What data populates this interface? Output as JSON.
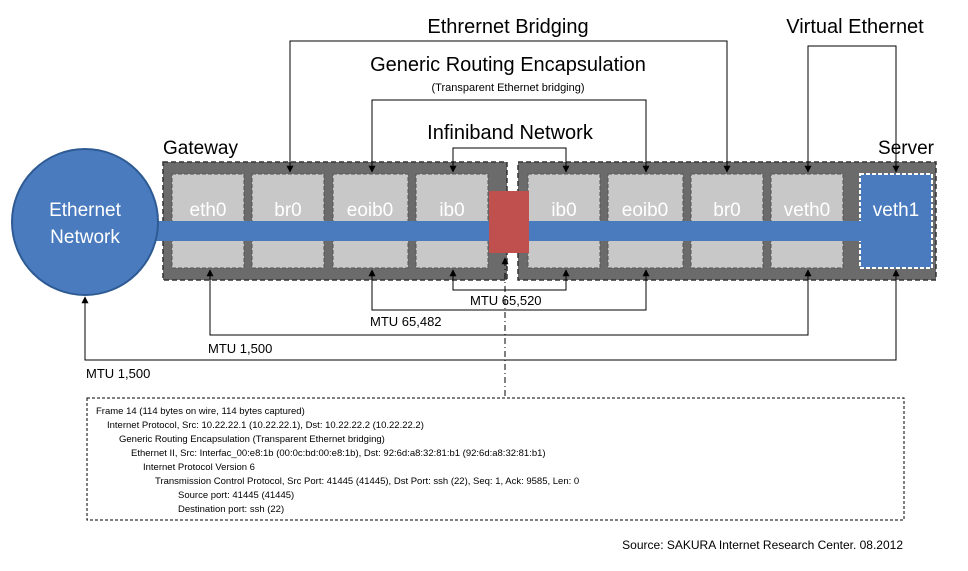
{
  "titles": {
    "bridging": "Ethrernet Bridging",
    "gre": "Generic Routing Encapsulation",
    "gre_sub": "(Transparent Ethernet bridging)",
    "infiniband": "Infiniband Network",
    "virtual": "Virtual Ethernet"
  },
  "gateway_label": "Gateway",
  "server_label": "Server",
  "ethernet_network": [
    "Ethernet",
    "Network"
  ],
  "colors": {
    "pipe": "#4a7bbf",
    "cloud": "#4a7bbf",
    "box": "#c8c8c8",
    "frame": "#6b6b6b",
    "red": "#c0504d",
    "server_box": "#4a7bbf"
  },
  "gateway_interfaces": [
    "eth0",
    "br0",
    "eoib0",
    "ib0"
  ],
  "server_interfaces": [
    "ib0",
    "eoib0",
    "br0",
    "veth0"
  ],
  "server_final": "veth1",
  "mtu": {
    "ib": "MTU  65,520",
    "eoib": "MTU 65,482",
    "eth": "MTU 1,500",
    "outer": "MTU 1,500"
  },
  "packet_lines": [
    "Frame 14 (114 bytes on wire, 114 bytes captured)",
    "Internet Protocol, Src: 10.22.22.1 (10.22.22.1), Dst: 10.22.22.2 (10.22.22.2)",
    "Generic Routing Encapsulation (Transparent Ethernet bridging)",
    "Ethernet II, Src: Interfac_00:e8:1b (00:0c:bd:00:e8:1b), Dst: 92:6d:a8:32:81:b1 (92:6d:a8:32:81:b1)",
    "Internet Protocol Version 6",
    "Transmission Control Protocol, Src Port: 41445 (41445), Dst Port: ssh (22), Seq: 1, Ack: 9585, Len: 0",
    "Source port: 41445 (41445)",
    "Destination port: ssh (22)"
  ],
  "source": "Source: SAKURA Internet Research Center. 08.2012"
}
